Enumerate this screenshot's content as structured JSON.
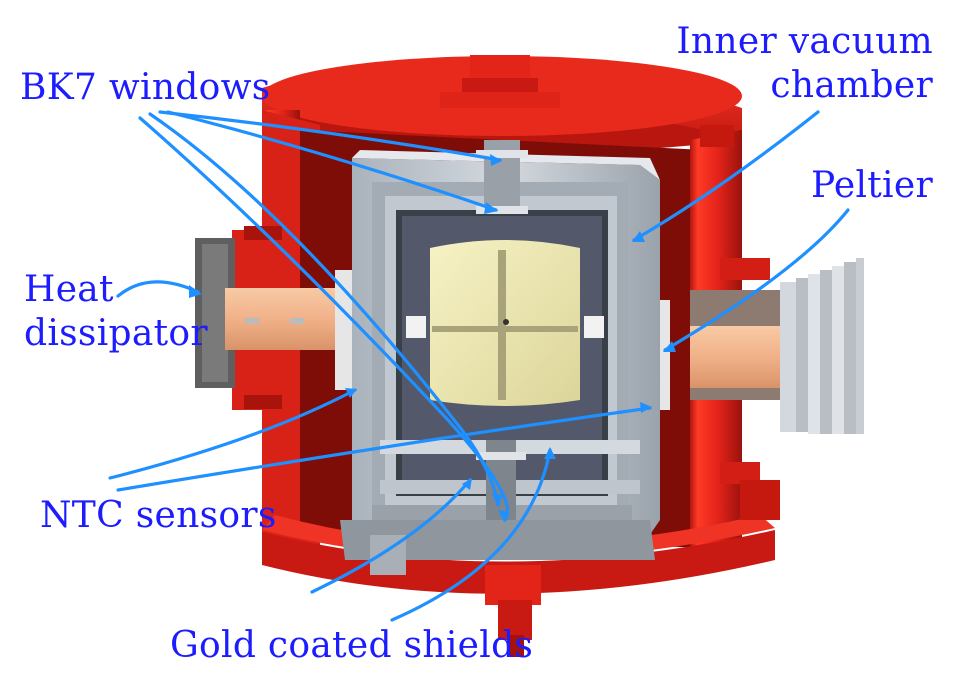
{
  "figure": {
    "labels": {
      "bk7_windows": "BK7 windows",
      "inner_vacuum_line1": "Inner vacuum",
      "inner_vacuum_line2": "chamber",
      "peltier": "Peltier",
      "heat_line1": "Heat",
      "heat_line2": "dissipator",
      "ntc_sensors": "NTC sensors",
      "gold_shields": "Gold coated shields"
    },
    "colors": {
      "label_text": "#1c1cff",
      "arrow": "#1e90ff",
      "outer_chamber": "#e2231a",
      "outer_chamber_dark": "#8a0f0a",
      "inner_chamber": "#c7cdd4",
      "gold_shield": "#efeab0",
      "heat_dissipator": "#6a6a6a",
      "peltier_block": "#f0b890"
    }
  }
}
